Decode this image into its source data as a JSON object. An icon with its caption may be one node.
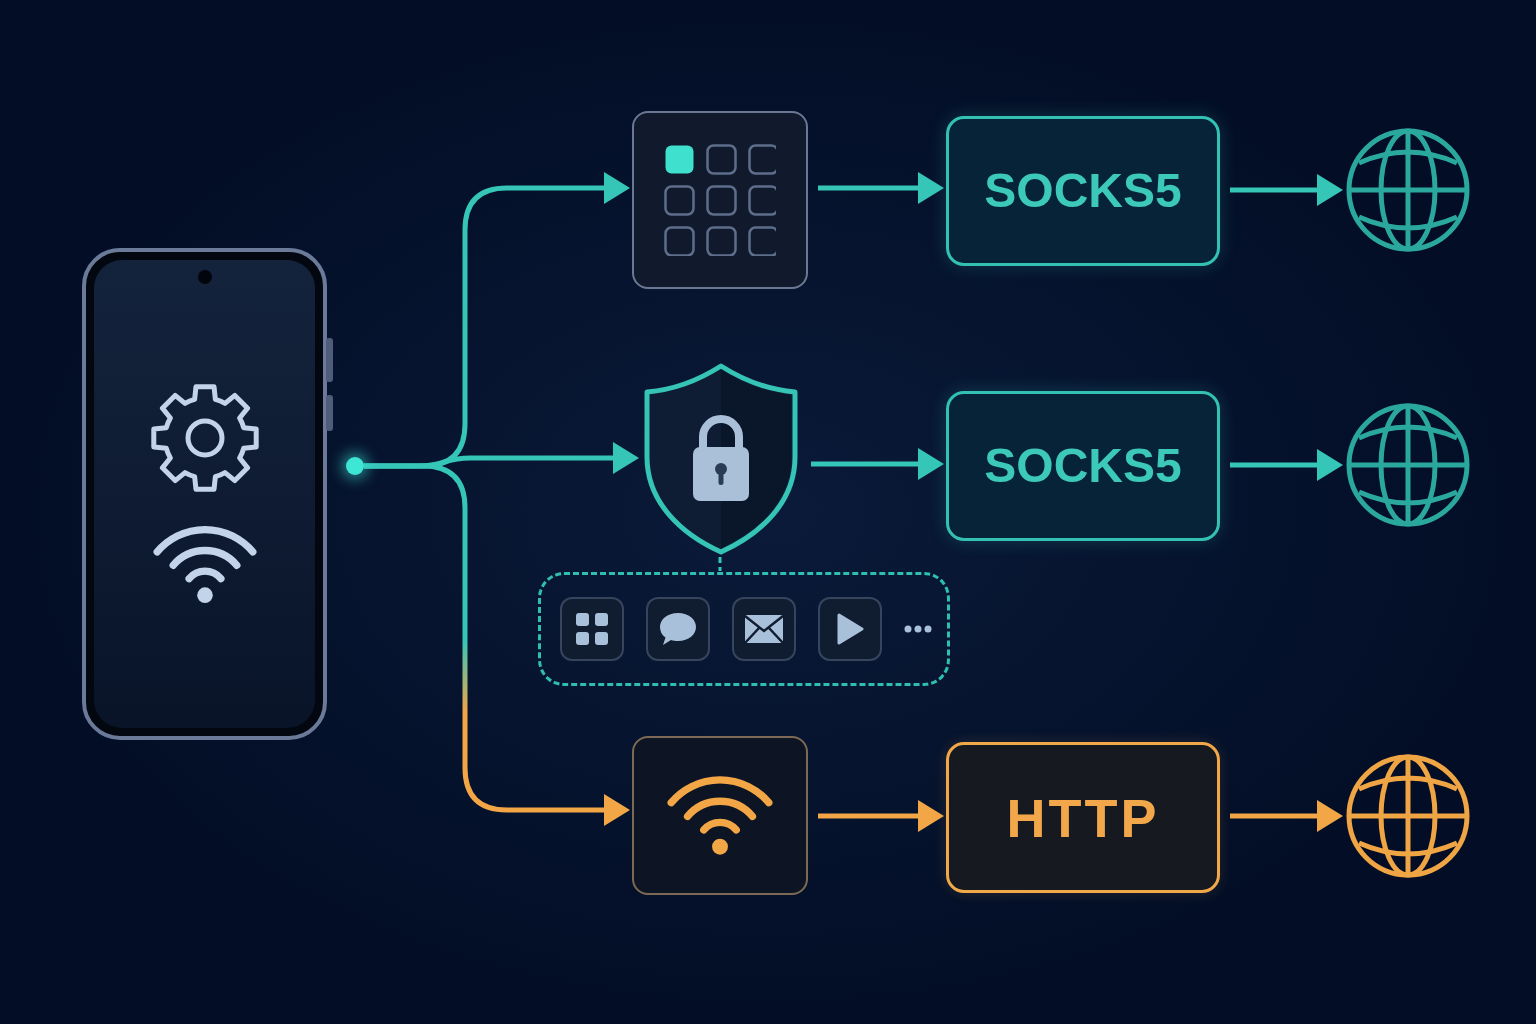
{
  "diagram": {
    "nodes": [
      {
        "text": [],
        "shape": "picture"
      },
      {
        "text": [],
        "shape": "circle"
      },
      {
        "text": [],
        "shape": "box"
      },
      {
        "text": [
          "SOCKS5"
        ]
      },
      {
        "text": [],
        "shape": "globe"
      },
      {
        "text": [],
        "shape": "shield"
      },
      {
        "text": [
          "SOCKS5"
        ]
      },
      {
        "text": [],
        "shape": "globe"
      },
      {
        "text": [],
        "shape": "box"
      },
      {
        "text": [],
        "shape": "box"
      },
      {
        "text": [
          "HTTP"
        ]
      },
      {
        "text": [],
        "shape": "globe"
      }
    ],
    "edges": [
      {
        "from": 1,
        "to": 2,
        "arrow": "to"
      },
      {
        "from": 1,
        "to": 5,
        "arrow": "to"
      },
      {
        "from": 1,
        "to": 9,
        "arrow": "to",
        "color": "#f2a646"
      },
      {
        "from": 2,
        "to": 3,
        "arrow": "to"
      },
      {
        "from": 3,
        "to": 4,
        "arrow": "to"
      },
      {
        "from": 5,
        "to": 6,
        "arrow": "to"
      },
      {
        "from": 6,
        "to": 7,
        "arrow": "to"
      },
      {
        "from": 5,
        "to": 8,
        "arrow": "none",
        "style": "dashed"
      },
      {
        "from": 9,
        "to": 10,
        "arrow": "to",
        "color": "#f2a646"
      },
      {
        "from": 10,
        "to": 11,
        "arrow": "to",
        "color": "#f2a646"
      }
    ]
  }
}
